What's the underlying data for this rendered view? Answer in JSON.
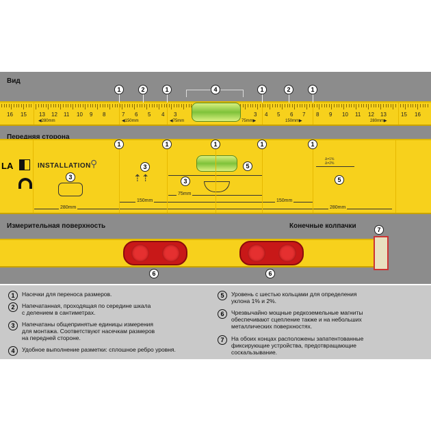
{
  "sections": {
    "view": "Вид",
    "front": "Передняя сторона",
    "measure": "Измерительная поверхность",
    "caps": "Конечные колпачки"
  },
  "ruler": {
    "left_numbers": [
      "16",
      "15",
      "13",
      "12",
      "11",
      "10",
      "9",
      "8",
      "7",
      "6",
      "5",
      "4",
      "3"
    ],
    "right_numbers": [
      "3",
      "4",
      "5",
      "6",
      "7",
      "8",
      "9",
      "10",
      "11",
      "12",
      "13",
      "15",
      "16"
    ],
    "dims": [
      "280mm",
      "150mm",
      "75mm",
      "75mm",
      "150mm",
      "280mm"
    ]
  },
  "callouts": {
    "top": [
      "1",
      "2",
      "1",
      "4",
      "1",
      "2",
      "1"
    ],
    "front": [
      "1",
      "1",
      "1",
      "1",
      "1"
    ],
    "three": "3",
    "five": "5",
    "six": "6",
    "seven": "7"
  },
  "front": {
    "brand": "LA",
    "installation": "INSTALLATION",
    "dims": {
      "d280": "280mm",
      "d150": "150mm",
      "d75": "75mm"
    },
    "slope": [
      "Δ=1%",
      "Δ=2%"
    ]
  },
  "legend": [
    {
      "n": "1",
      "text": "Насечки для переноса размеров."
    },
    {
      "n": "2",
      "text": "Напечатанная, проходящая по середине шкала с делением в сантиметрах."
    },
    {
      "n": "3",
      "text": "Напечатаны общепринятые единицы измерения для монтажа. Соответствуют насечкам размеров на передней стороне."
    },
    {
      "n": "4",
      "text": "Удобное выполнение разметки: сплошное ребро уровня."
    },
    {
      "n": "5",
      "text": "Уровень с шестью кольцами для определения уклона 1% и 2%."
    },
    {
      "n": "6",
      "text": "Чрезвычайно мощные редкоземельные магниты обеспечивают сцепление также и на небольших металлических поверхностях."
    },
    {
      "n": "7",
      "text": "На обоих концах расположены запатентованные фиксирующие устройства, предотвращающие соскальзывание."
    }
  ]
}
